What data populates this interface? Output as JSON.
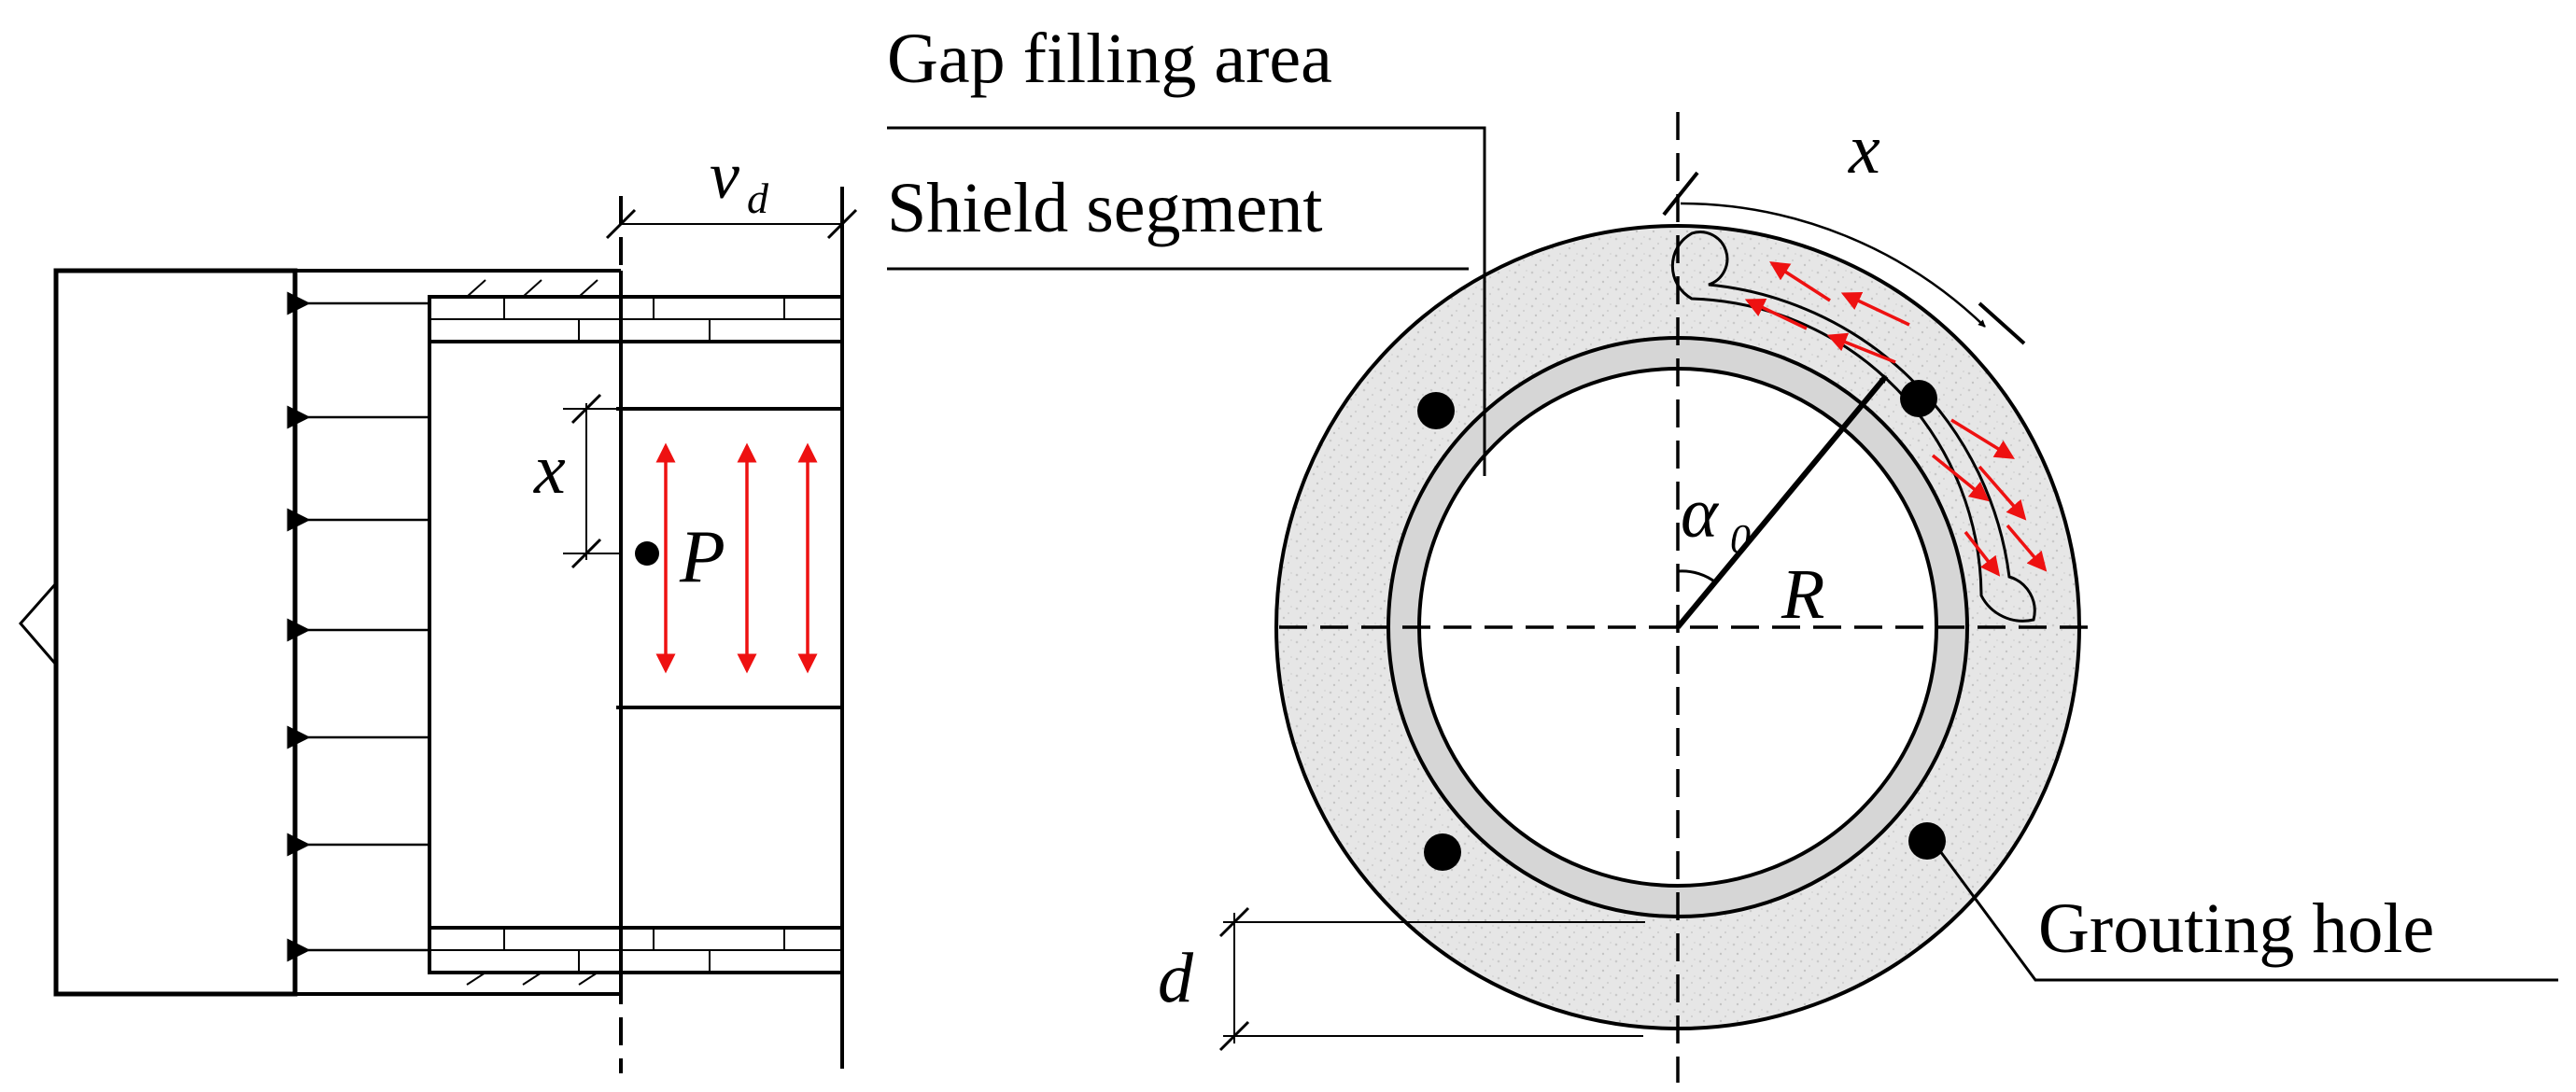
{
  "labels": {
    "gap_filling_area": "Gap filling  area",
    "shield_segment": "Shield segment",
    "grouting_hole": "Grouting hole",
    "v": "v",
    "v_sub": "d",
    "x_left": "x",
    "p": "P",
    "x_right": "x",
    "alpha": "α",
    "alpha_sub": "0",
    "r": "R",
    "d": "d"
  },
  "colors": {
    "line": "#000000",
    "force_arrows": "#ee1111",
    "gap_fill": "#e6e6e6",
    "segment_ring": "#d6d6d6"
  },
  "icons": [
    "left-arrow-icon",
    "grouting-hole-dot-icon",
    "point-p-dot-icon"
  ]
}
